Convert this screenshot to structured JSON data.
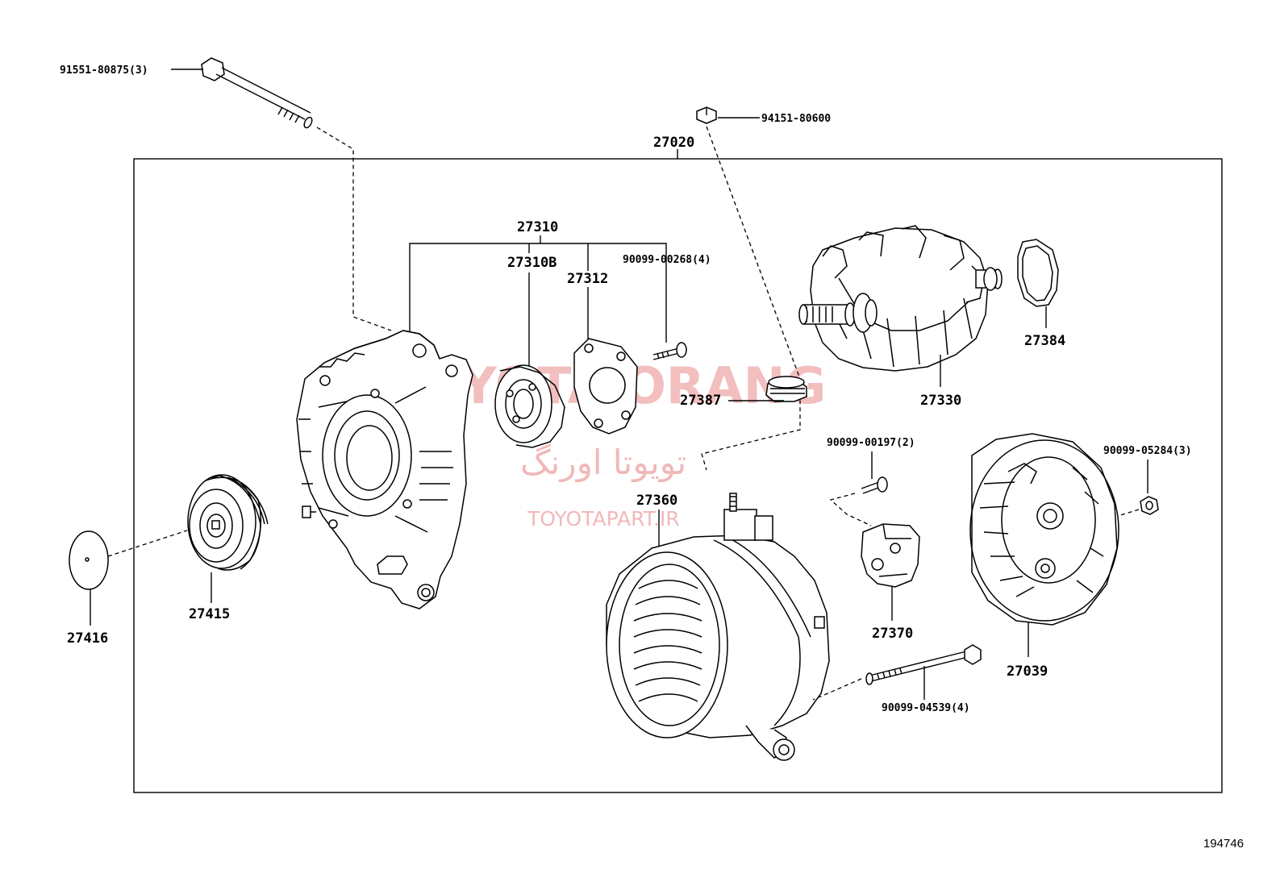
{
  "diagram": {
    "assembly_label": "27020",
    "reference_number": "194746",
    "watermark": {
      "brand": "TOYOTA ORANG",
      "persian": "تویوتا اورنگ",
      "site": "TOYOTAPART.IR"
    },
    "parts": {
      "bolt_top_left": "91551-80875(3)",
      "nut_top": "94151-80600",
      "frame_assembly": "27310",
      "frame_sub": "27310B",
      "retainer_plate": "27312",
      "screw_plate": "90099-00268(4)",
      "rotor": "27330",
      "ring_27384": "27384",
      "terminal_insulator": "27387",
      "screw_brush": "90099-00197(2)",
      "nut_cover": "90099-05284(3)",
      "stator_frame": "27360",
      "brush_holder": "27370",
      "rear_cover": "27039",
      "through_bolt": "90099-04539(4)",
      "pulley": "27415",
      "pulley_cap": "27416"
    }
  }
}
